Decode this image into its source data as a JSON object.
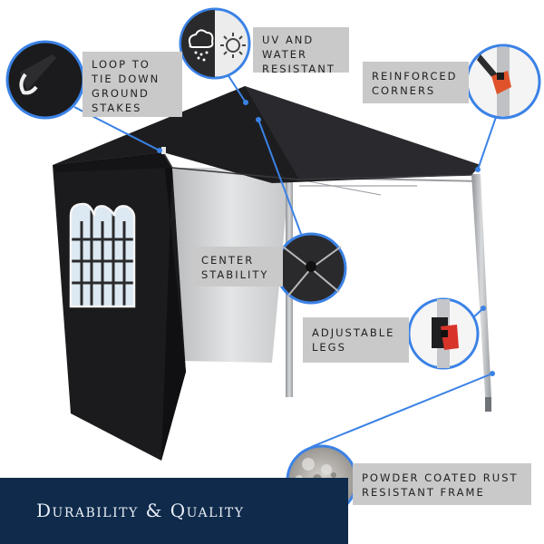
{
  "callouts": {
    "loop": {
      "line1": "LOOP TO",
      "line2": "TIE DOWN",
      "line3": "GROUND",
      "line4": "STAKES"
    },
    "uv": {
      "line1": "UV AND",
      "line2": "WATER",
      "line3": "RESISTANT"
    },
    "corners": {
      "line1": "REINFORCED",
      "line2": "CORNERS"
    },
    "center": {
      "line1": "CENTER",
      "line2": "STABILITY"
    },
    "legs": {
      "line1": "ADJUSTABLE",
      "line2": "LEGS"
    },
    "frame": {
      "line1": "POWDER COATED RUST",
      "line2": "RESISTANT FRAME"
    }
  },
  "banner": {
    "title": "Durability & Quality"
  },
  "colors": {
    "accent": "#3b82e6",
    "banner": "#0f2a4a",
    "label_bg": "#c9c9c9",
    "canopy": "#1a1a1c"
  }
}
